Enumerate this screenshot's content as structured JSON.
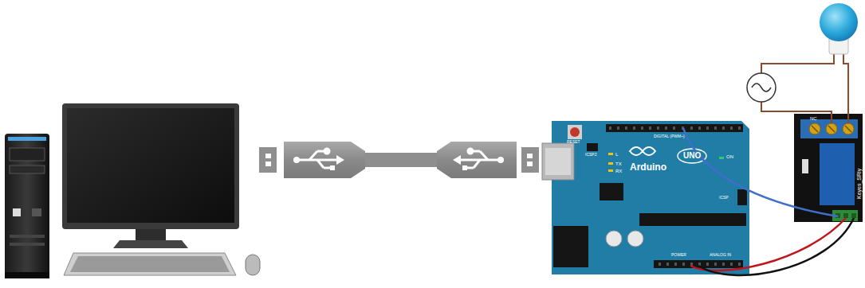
{
  "diagram": {
    "labels": [
      "RESET",
      "ICSP2",
      "L",
      "TX",
      "RX",
      "DIGITAL (PWM~)",
      "Arduino",
      "UNO",
      "ON",
      "ICSP",
      "POWER",
      "ANALOG IN",
      "NC",
      "Keyes_SRly"
    ]
  }
}
